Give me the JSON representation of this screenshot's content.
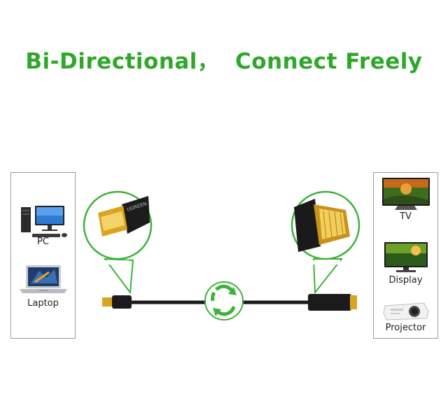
{
  "headline": "Bi-Directional，  Connect Freely",
  "left_devices": [
    {
      "label": "PC",
      "icon": "desktop-pc-icon"
    },
    {
      "label": "Laptop",
      "icon": "laptop-icon"
    }
  ],
  "right_devices": [
    {
      "label": "TV",
      "icon": "tv-icon"
    },
    {
      "label": "Display",
      "icon": "monitor-icon"
    },
    {
      "label": "Projector",
      "icon": "projector-icon"
    }
  ],
  "cable_brand": "UGREEN",
  "colors": {
    "accent": "#2fa82a",
    "cable": "#1a1a1a",
    "gold": "#d9a520"
  }
}
